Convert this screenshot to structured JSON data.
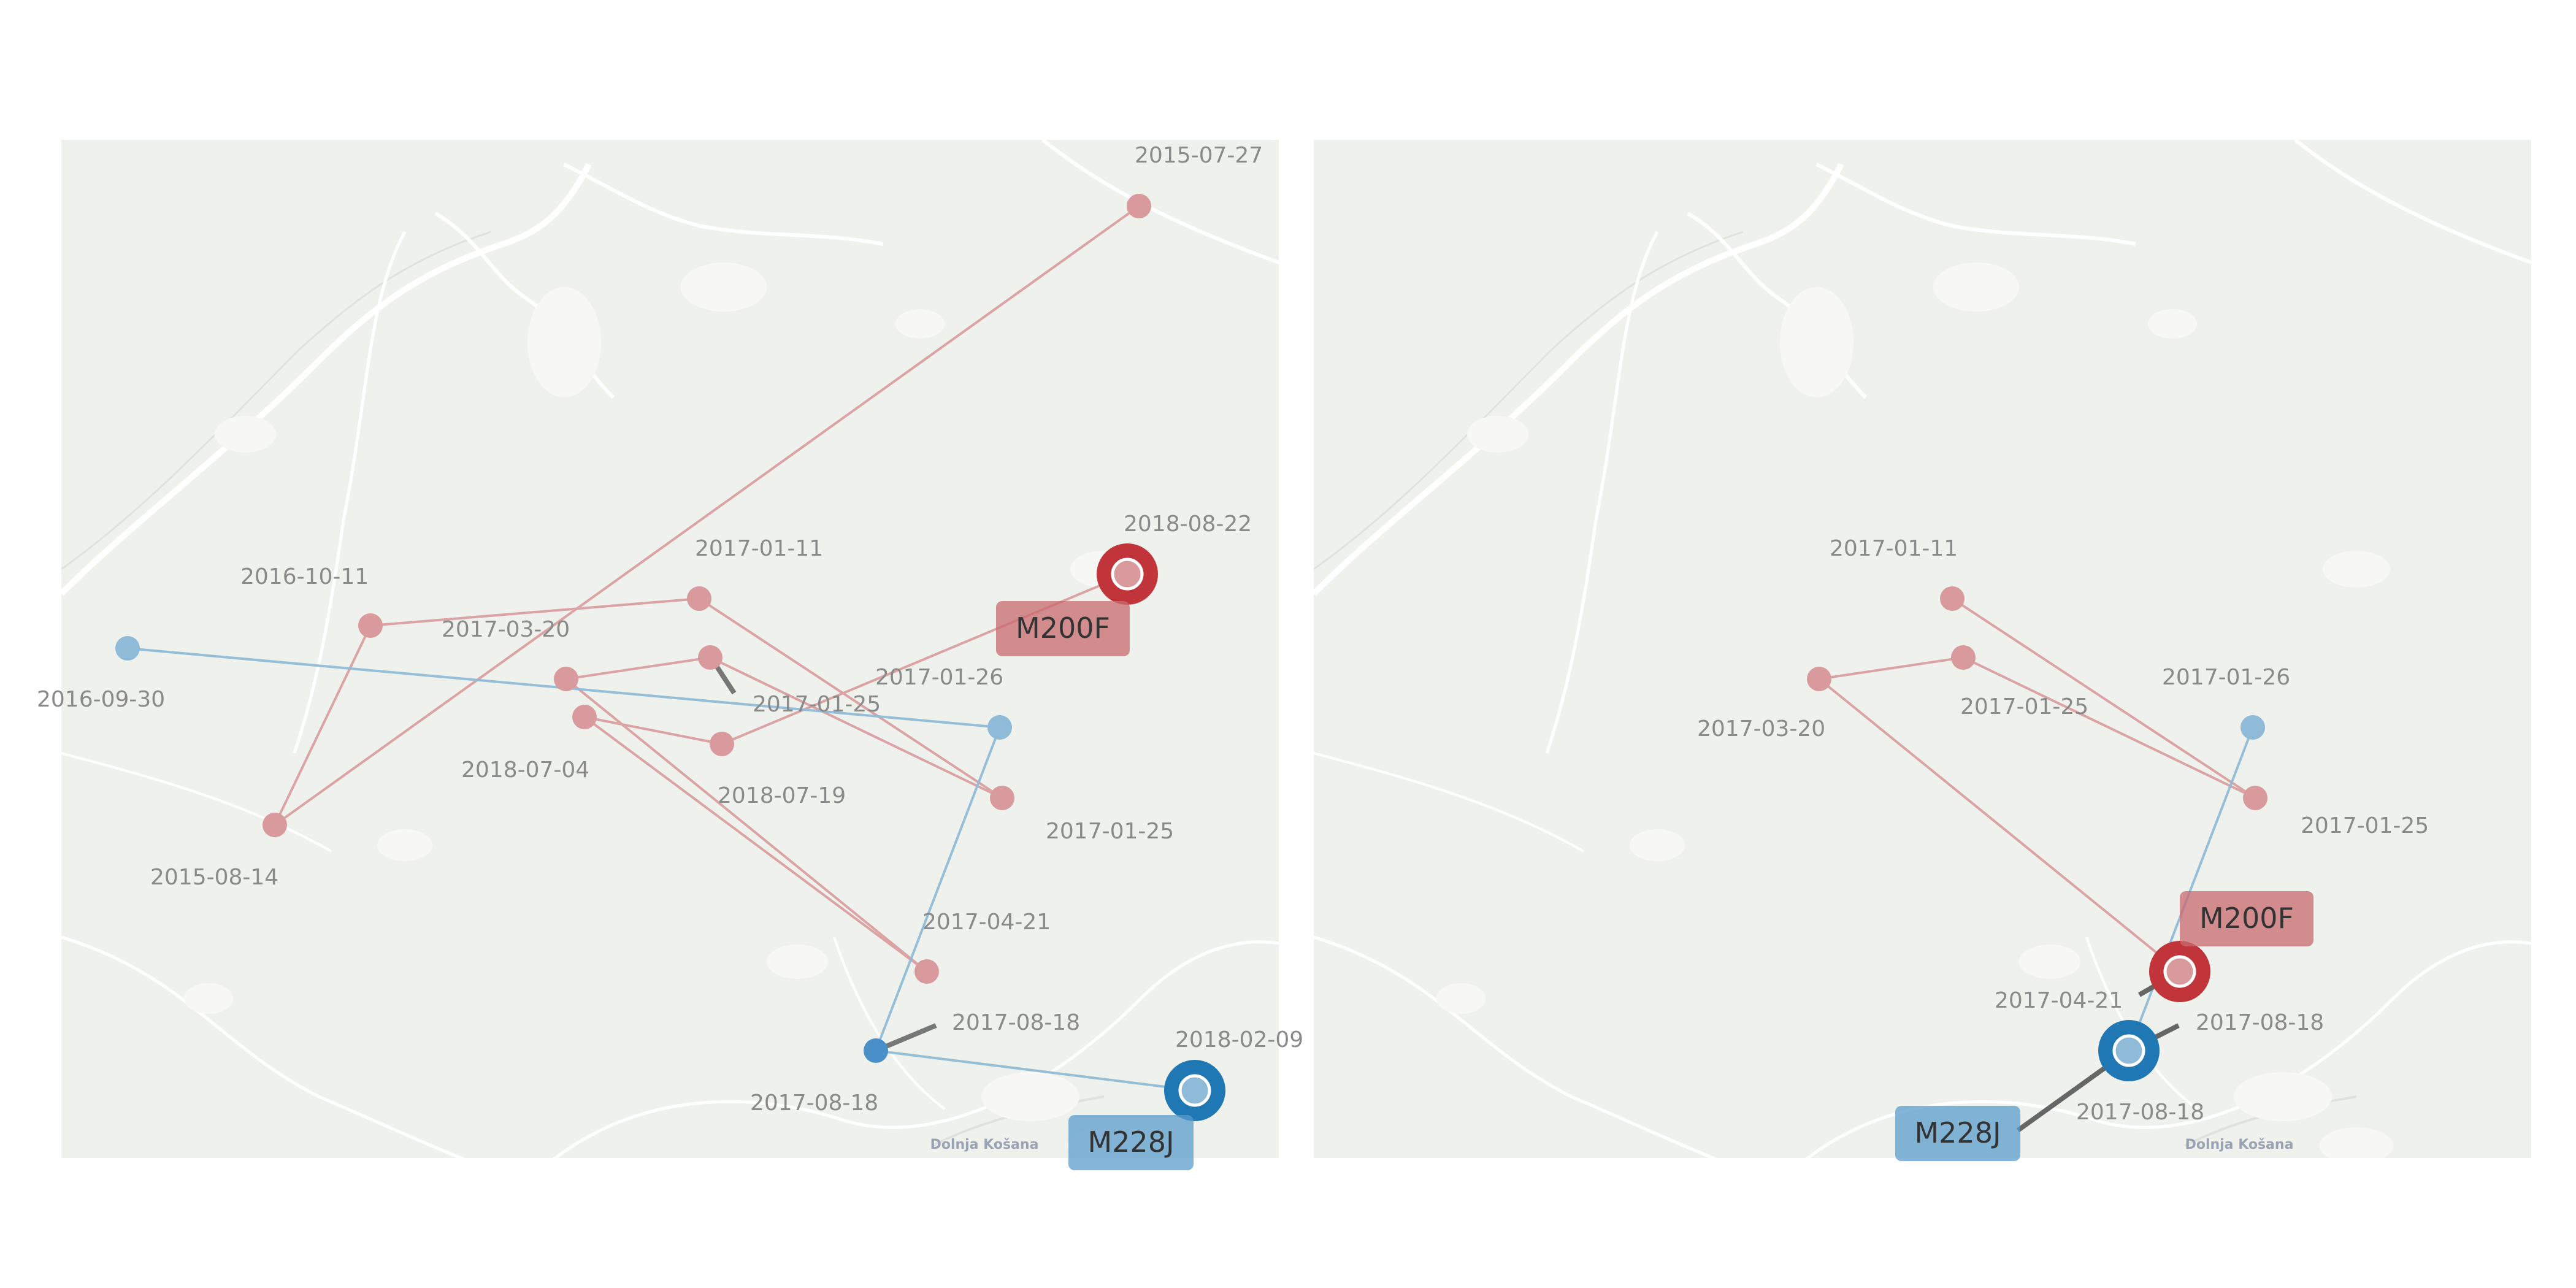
{
  "colors": {
    "female": "#c0343a",
    "female_light": "#d89a9c",
    "male": "#1f77b4",
    "male_light": "#8fbad8",
    "map_bg": "#eef1ec",
    "leader": "#666666"
  },
  "place_name": "Dolnja Košana",
  "panels": [
    {
      "id": "left",
      "tracks": [
        {
          "animal": "M200F",
          "sex": "female",
          "points": [
            {
              "date": "2015-07-27"
            },
            {
              "date": "2015-08-14"
            },
            {
              "date": "2016-10-11"
            },
            {
              "date": "2017-01-11"
            },
            {
              "date": "2017-01-25"
            },
            {
              "date": "2017-03-20"
            },
            {
              "date": "2017-01-25"
            },
            {
              "date": "2017-04-21"
            },
            {
              "date": "2018-07-04"
            },
            {
              "date": "2018-07-19"
            },
            {
              "date": "2018-08-22"
            }
          ]
        },
        {
          "animal": "M228J",
          "sex": "male",
          "points": [
            {
              "date": "2016-09-30"
            },
            {
              "date": "2017-01-26"
            },
            {
              "date": "2017-08-18"
            },
            {
              "date": "2018-02-09"
            }
          ]
        }
      ],
      "date_labels": [
        "2015-07-27",
        "2018-08-22",
        "2016-10-11",
        "2017-01-11",
        "2017-03-20",
        "2016-09-30",
        "2017-01-26",
        "2017-01-25",
        "2018-07-04",
        "2018-07-19",
        "2017-01-25",
        "2015-08-14",
        "2017-04-21",
        "2017-08-18",
        "2018-02-09",
        "2017-08-18"
      ],
      "id_labels": [
        "M200F",
        "M228J"
      ]
    },
    {
      "id": "right",
      "tracks": [
        {
          "animal": "M200F",
          "sex": "female",
          "points": [
            {
              "date": "2017-01-11"
            },
            {
              "date": "2017-01-25"
            },
            {
              "date": "2017-03-20"
            },
            {
              "date": "2017-01-25"
            },
            {
              "date": "2017-04-21"
            }
          ]
        },
        {
          "animal": "M228J",
          "sex": "male",
          "points": [
            {
              "date": "2017-01-26"
            },
            {
              "date": "2017-08-18"
            }
          ]
        }
      ],
      "date_labels": [
        "2017-01-11",
        "2017-03-20",
        "2017-01-25",
        "2017-01-26",
        "2017-01-25",
        "2017-04-21",
        "2017-08-18",
        "2017-08-18"
      ],
      "id_labels": [
        "M200F",
        "M228J"
      ]
    }
  ]
}
